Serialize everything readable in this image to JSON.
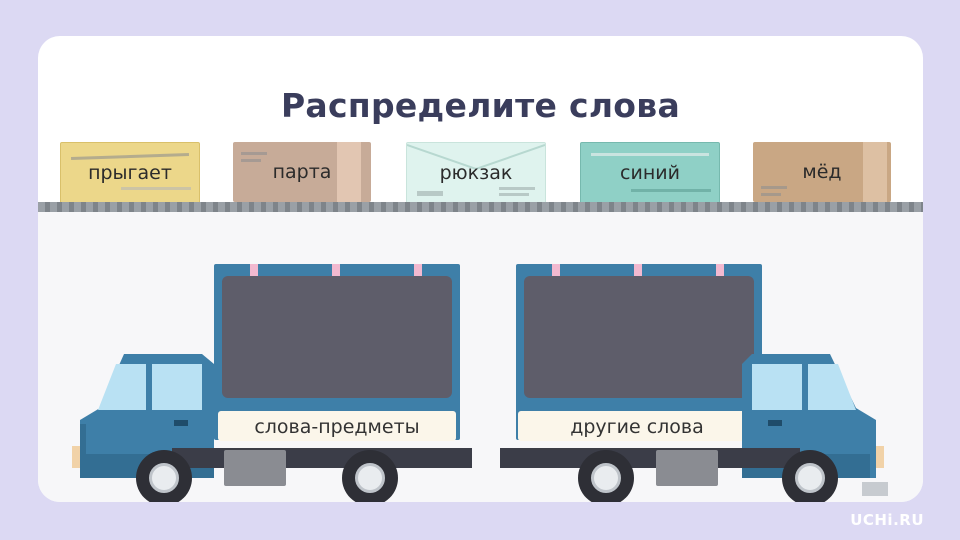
{
  "title": "Распределите слова",
  "words": [
    "прыгает",
    "парта",
    "рюкзак",
    "синий",
    "мёд"
  ],
  "trucks": {
    "left_label": "слова-предметы",
    "right_label": "другие слова"
  },
  "watermark": "UCHi.RU",
  "colors": {
    "background": "#dcd9f3",
    "truck_blue": "#3e7fa8",
    "screen": "#5e5d6a",
    "title": "#3a3d5c"
  }
}
